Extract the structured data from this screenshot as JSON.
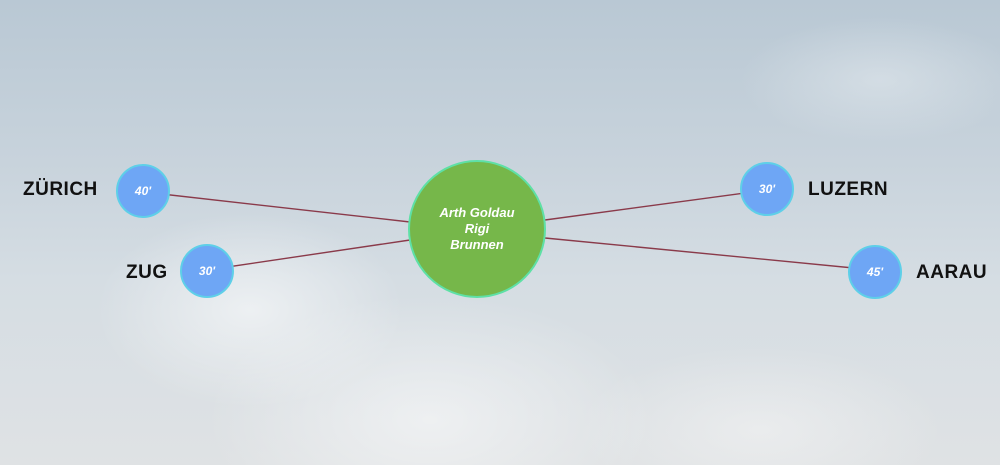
{
  "hub": {
    "lines": [
      "Arth Goldau",
      "Rigi",
      "Brunnen"
    ],
    "fill_color": "#76b74a",
    "border_color": "#5ee0a6"
  },
  "destinations": [
    {
      "id": "zurich",
      "city": "ZÜRICH",
      "time": "40'"
    },
    {
      "id": "zug",
      "city": "ZUG",
      "time": "30'"
    },
    {
      "id": "luzern",
      "city": "LUZERN",
      "time": "30'"
    },
    {
      "id": "aarau",
      "city": "AARAU",
      "time": "45'"
    }
  ],
  "colors": {
    "node_fill": "#6ea6f5",
    "node_border": "#5ecfe8",
    "connector": "#8a3a4a",
    "label_text": "#111111"
  }
}
